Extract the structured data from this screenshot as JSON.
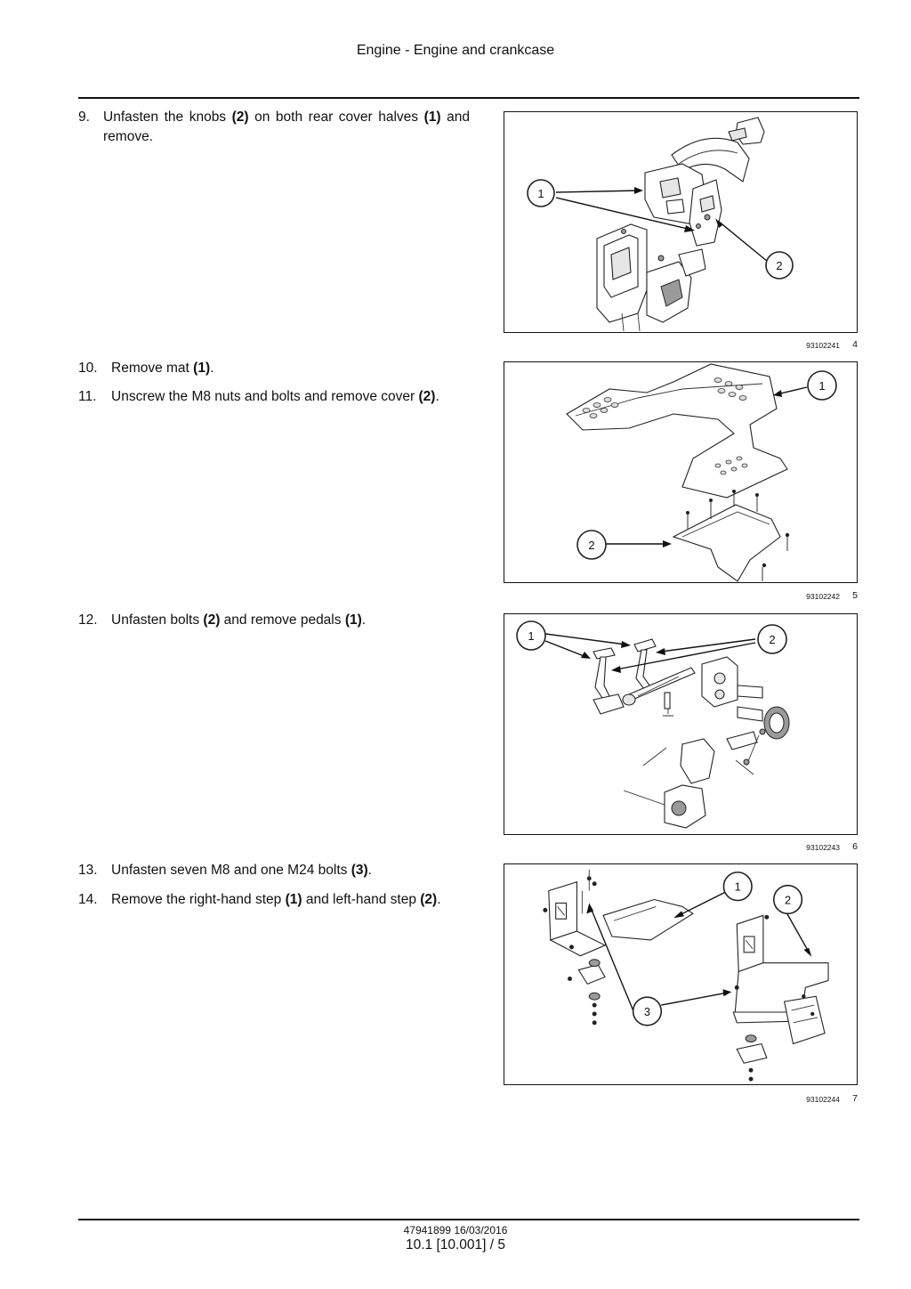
{
  "header": {
    "title": "Engine - Engine and crankcase"
  },
  "steps": [
    {
      "num": "9.",
      "segments": [
        "Unfasten the knobs ",
        "(2)",
        " on both rear cover halves ",
        "(1)",
        " and remove."
      ]
    },
    {
      "num": "10.",
      "segments": [
        "Remove mat ",
        "(1)",
        "."
      ]
    },
    {
      "num": "11.",
      "segments": [
        "Unscrew the M8 nuts and bolts and remove cover ",
        "(2)",
        "."
      ]
    },
    {
      "num": "12.",
      "segments": [
        "Unfasten bolts ",
        "(2)",
        " and remove pedals ",
        "(1)",
        "."
      ]
    },
    {
      "num": "13.",
      "segments": [
        "Unfasten seven M8 and one M24 bolts ",
        "(3)",
        "."
      ]
    },
    {
      "num": "14.",
      "segments": [
        "Remove the right-hand step ",
        "(1)",
        " and left-hand step ",
        "(2)",
        "."
      ]
    }
  ],
  "figures": [
    {
      "code": "93102241",
      "number": "4",
      "callouts": [
        "1",
        "2"
      ]
    },
    {
      "code": "93102242",
      "number": "5",
      "callouts": [
        "1",
        "2"
      ]
    },
    {
      "code": "93102243",
      "number": "6",
      "callouts": [
        "1",
        "2"
      ]
    },
    {
      "code": "93102244",
      "number": "7",
      "callouts": [
        "1",
        "2",
        "3"
      ]
    }
  ],
  "footer": {
    "doc": "47941899 16/03/2016",
    "page": "10.1 [10.001] / 5"
  }
}
